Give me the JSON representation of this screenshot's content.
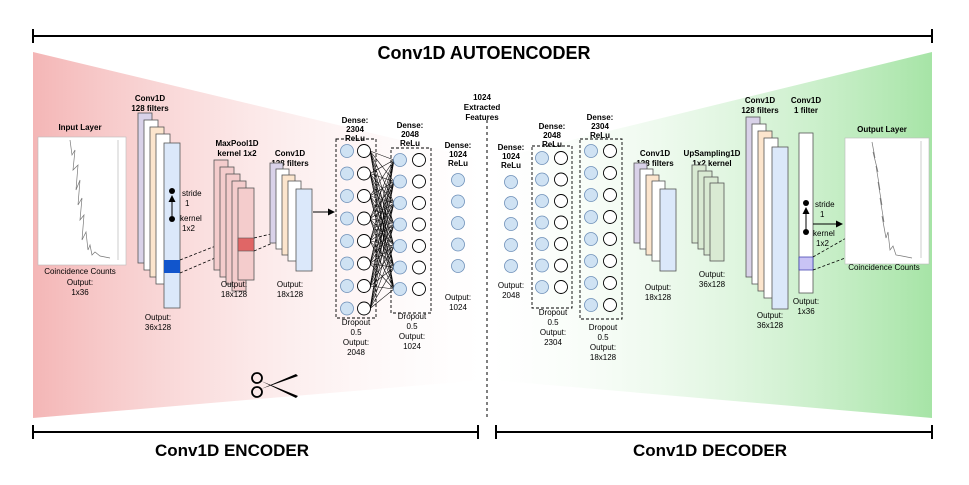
{
  "titles": {
    "autoencoder": "Conv1D AUTOENCODER",
    "encoder": "Conv1D ENCODER",
    "decoder": "Conv1D DECODER"
  },
  "center_label": {
    "line_1": "1024",
    "line_2": "Extracted",
    "line_3": "Features"
  },
  "colors": {
    "encoder_region": "#f4b6b6",
    "decoder_region": "#a6e4a6",
    "neuron_fill": "#cfe2f3",
    "kernel_highlight": "#1155cc",
    "maxpool_fill": "#f4cccc",
    "upsampling_fill": "#d9ead3"
  },
  "encoder": {
    "input_layer": {
      "title": "Input Layer",
      "caption": "Coincidence Counts",
      "output_label": "Output:",
      "output_value": "1x36"
    },
    "conv1": {
      "title_1": "Conv1D",
      "title_2": "128 filters",
      "stride_label": "stride",
      "stride_value": "1",
      "kernel_label": "kernel",
      "kernel_value": "1x2",
      "output_label": "Output:",
      "output_value": "36x128"
    },
    "maxpool": {
      "title_1": "MaxPool1D",
      "title_2": "kernel 1x2",
      "output_label": "Output:",
      "output_value": "18x128"
    },
    "conv2": {
      "title_1": "Conv1D",
      "title_2": "128 filters",
      "output_label": "Output:",
      "output_value": "18x128"
    },
    "dense2304": {
      "title_1": "Dense:",
      "title_2": "2304",
      "title_3": "ReLu",
      "dropout_label": "Dropout",
      "dropout_value": "0.5",
      "output_label": "Output:",
      "output_value": "2048"
    },
    "dense2048": {
      "title_1": "Dense:",
      "title_2": "2048",
      "title_3": "ReLu",
      "dropout_label": "Dropout",
      "dropout_value": "0.5",
      "output_label": "Output:",
      "output_value": "1024"
    },
    "dense1024": {
      "title_1": "Dense:",
      "title_2": "1024",
      "title_3": "ReLu",
      "output_label": "Output:",
      "output_value": "1024"
    }
  },
  "decoder": {
    "dense1024": {
      "title_1": "Dense:",
      "title_2": "1024",
      "title_3": "ReLu",
      "output_label": "Output:",
      "output_value": "2048"
    },
    "dense2048": {
      "title_1": "Dense:",
      "title_2": "2048",
      "title_3": "ReLu",
      "dropout_label": "Dropout",
      "dropout_value": "0.5",
      "output_label": "Output:",
      "output_value": "2304"
    },
    "dense2304": {
      "title_1": "Dense:",
      "title_2": "2304",
      "title_3": "ReLu",
      "dropout_label": "Dropout",
      "dropout_value": "0.5",
      "output_label": "Output:",
      "output_value": "18x128"
    },
    "conv1": {
      "title_1": "Conv1D",
      "title_2": "128 filters",
      "output_label": "Output:",
      "output_value": "18x128"
    },
    "upsampling": {
      "title_1": "UpSampling1D",
      "title_2": "1x2 kernel",
      "output_label": "Output:",
      "output_value": "36x128"
    },
    "conv2": {
      "title_1": "Conv1D",
      "title_2": "128 filters",
      "output_label": "Output:",
      "output_value": "36x128"
    },
    "conv3": {
      "title_1": "Conv1D",
      "title_2": "1 filter",
      "stride_label": "stride",
      "stride_value": "1",
      "kernel_label": "kernel",
      "kernel_value": "1x2",
      "output_label": "Output:",
      "output_value": "1x36"
    },
    "output_layer": {
      "title": "Output Layer",
      "caption": "Coincidence Counts"
    }
  }
}
